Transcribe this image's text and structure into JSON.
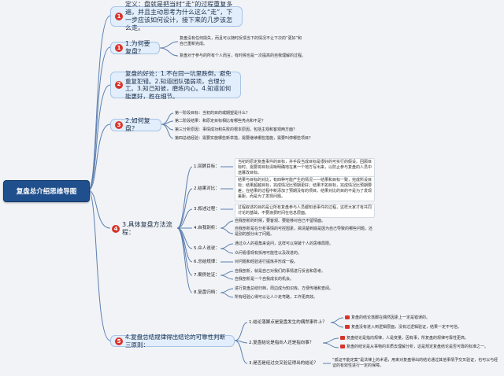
{
  "root": "复盘总介绍思维导图",
  "topics": {
    "t1": {
      "num": "1",
      "text": "定义：盘就是把当时“走”的过程重复多遍，并且主动思考为什么这么“走”，下一步应该如何设计，接下来的几步该怎么走。"
    },
    "t2": {
      "num": "1",
      "text": "1.为何要复盘？",
      "leaves": [
        "复盘没有任何损失，而且可以随时反馈当下的情况不让下次的“更好”和自己重新完成。",
        "复盘对于参与的所有个人而言，有时候也是一次提高的自我理解的过程。"
      ]
    },
    "t3": {
      "num": "2",
      "text": "复盘的好处：1.不在同一坑里跌倒，避免重复犯错。2.知道团队强弱项，合理分工。3.知己知彼，磨练内心。4.知道如何能更好，胜在细节。"
    },
    "t4": {
      "num": "3",
      "text": "2.如何复盘？",
      "leaves": [
        "第一阶段目标：当初的目的或期望是什么？",
        "第二阶段结果：和原定目标相比有哪些亮点和不足？",
        "第三分析原因：事情成功和失败的根本原因，包括主观和客观两方面？",
        "第四总结经验：需要实施哪些新举措，需要继续哪些措施，需要叫停哪些项目？"
      ]
    },
    "t5": {
      "num": "4",
      "text": "3.具体复盘方法流程：",
      "steps": [
        {
          "label": "1.回顾目标：",
          "notes": [
            "当初的原定复盘事件的目标，并手段当成目标是很好的可实行的假设。回顾目标时，需要将目标清晰明确地在某一个地方写出来，以防止参与复盘的人员中途篡改目标。"
          ]
        },
        {
          "label": "2.结果对比：",
          "notes": [
            "结果与目标的对比，有四种可能产生的情况——结果和目标一致，完成所设目标；结果超越目标，完成情况比预期更好；结果不如目标，完成情况比预期要差；在结果的过程中新添加了预期没有的项目。结果对比的目的不是为了发现差距，而是为了发现问题。"
          ]
        },
        {
          "label": "3.叙述过程：",
          "notes": [
            "过程叙述的目的是让所有复盘参与人员都知道事件的过程，这样大家才有共同讨论的基础，不要浪费时间在信息层面。"
          ]
        },
        {
          "label": "4.自我剖析：",
          "notes": [
            "自我剖析的时候，要客观、要能够对自己不留情面。",
            "自我剖析是在分析事情的可控因素，搞清楚到底是因为自己导致的哪些问题，还是别的部分出了问题。"
          ]
        },
        {
          "label": "5.众人说说：",
          "notes": [
            "通过众人的视角来说问，这样可以突破个人的思维局限。",
            "众问看很现有拆用可能性以及改进的。"
          ]
        },
        {
          "label": "6.总结规律：",
          "notes": [
            "对问题和经验进行提炼并形成一般。"
          ]
        },
        {
          "label": "7.案例佐证：",
          "notes": [
            "自我剖析，就是自己对我们的事情进行反省和思考。",
            "自我剖析是一个自我成长的机会。"
          ]
        },
        {
          "label": "8.复盘归档：",
          "notes": [
            "进行复盘总结归档，周边成为知识库。方便传播和查阅。",
            "所有经验心得可以让人少走弯路，工作更高效。"
          ]
        }
      ]
    },
    "t6": {
      "num": "5",
      "text": "4.复盘总结规律得出结论的可靠性判断三原则：",
      "qs": [
        {
          "q": "1.结论落脚点是复盘发生的偶然事件上？",
          "a": [
            "复盘的结论落脚在偶然因素上一定是错误的。",
            "复盘没有进入到逻辑层面，没有过逻辑验证，结果一定不可信。"
          ]
        },
        {
          "q": "2.复盘结论是指向人还是指向事？",
          "a": [
            "复盘结论是指向规律，人是变量，因有事，所复盘的规律可靠性更高。",
            "复盘的结论是从事物的本质去理解分析，这是规定复盘结论是否可靠的标准之一。"
          ]
        },
        {
          "q": "3.是否是经过交叉验证得出的结论？",
          "a": [
            "“孤证不能定案”是法律上的术语，用来对复盘得出的结论通过其他事情予交叉验证，也可以与经证的有效性进行一定的保障。"
          ]
        }
      ]
    }
  }
}
